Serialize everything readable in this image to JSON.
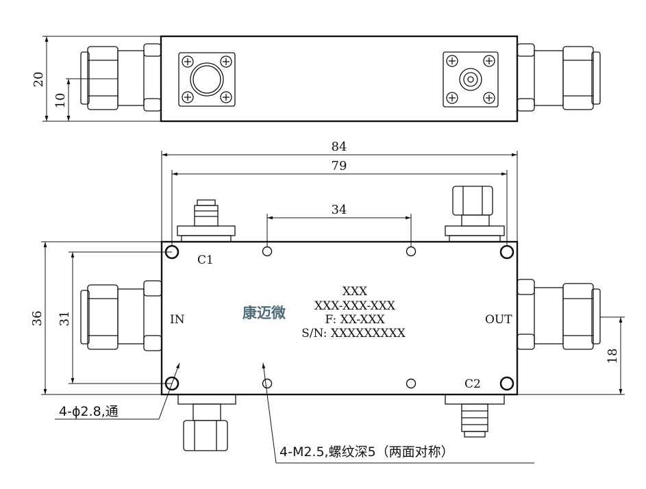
{
  "dimensions": {
    "top_height": "20",
    "top_half": "10",
    "overall_length": "84",
    "hole_span": "79",
    "inner_span": "34",
    "body_height": "36",
    "hole_height": "31",
    "port_offset": "18"
  },
  "labels": {
    "c1": "C1",
    "c2": "C2",
    "in": "IN",
    "out": "OUT"
  },
  "marking": {
    "brand": "康迈微",
    "line1": "XXX",
    "line2": "XXX-XXX-XXX",
    "line3": "F: XX-XXX",
    "line4": "S/N: XXXXXXXXX"
  },
  "notes": {
    "through_holes": "4-ϕ2.8,通",
    "tapped_holes": "4-M2.5,螺纹深5（两面对称）"
  }
}
